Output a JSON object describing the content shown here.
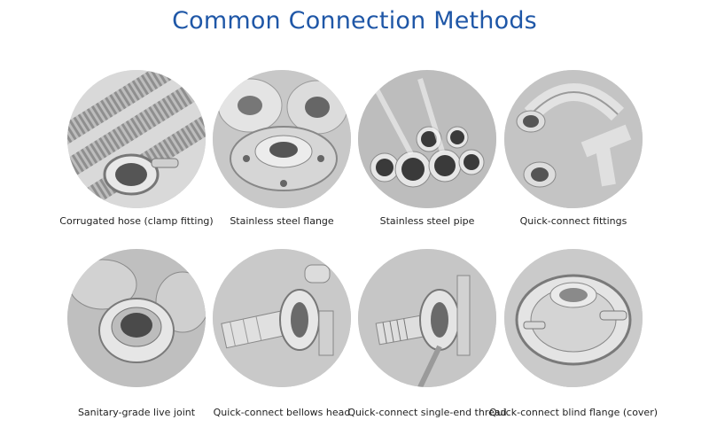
{
  "title": "Common Connection Methods",
  "colors": {
    "title": "#1f57a7",
    "caption": "#222222"
  },
  "items": [
    {
      "caption": "Corrugated hose (clamp fitting)",
      "image": "corrugated-hose-clamp-image"
    },
    {
      "caption": "Stainless steel flange",
      "image": "stainless-steel-flange-image"
    },
    {
      "caption": "Stainless steel pipe",
      "image": "stainless-steel-pipe-image"
    },
    {
      "caption": "Quick-connect fittings",
      "image": "quick-connect-fittings-image"
    },
    {
      "caption": "Sanitary-grade live joint",
      "image": "sanitary-live-joint-image"
    },
    {
      "caption": "Quick-connect bellows head",
      "image": "bellows-head-image"
    },
    {
      "caption": "Quick-connect single-end thread",
      "image": "single-end-thread-image"
    },
    {
      "caption": "Quick-connect blind flange (cover)",
      "image": "blind-flange-cover-image"
    }
  ]
}
